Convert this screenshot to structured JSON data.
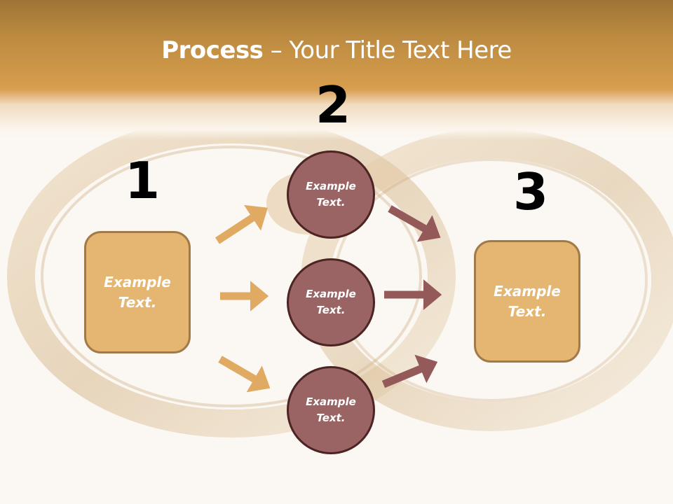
{
  "slide": {
    "title_bold": "Process",
    "title_rest": " – Your Title Text Here",
    "colors": {
      "header_top": "#9e7436",
      "header_bottom": "#d99f52",
      "box_fill": "#e5b572",
      "box_border": "#a17a47",
      "circle_fill": "#9b6464",
      "circle_border": "#4c2424",
      "arrow_left": "#e0aa62",
      "arrow_right": "#945a5a"
    }
  },
  "steps": [
    {
      "number": "1",
      "label": "Example Text."
    },
    {
      "number": "2",
      "circles": [
        {
          "label": "Example Text."
        },
        {
          "label": "Example Text."
        },
        {
          "label": "Example Text."
        }
      ]
    },
    {
      "number": "3",
      "label": "Example Text."
    }
  ]
}
